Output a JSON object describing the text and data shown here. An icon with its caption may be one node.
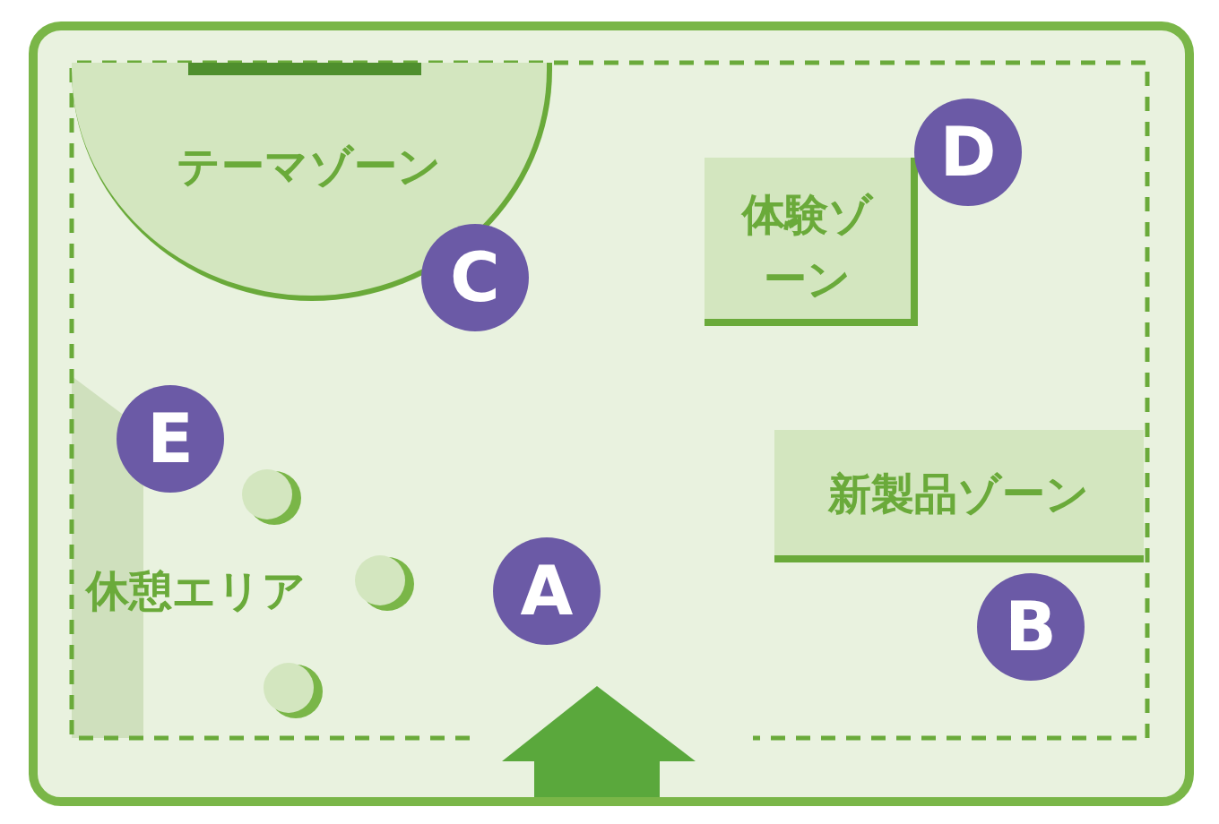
{
  "diagram": {
    "nodes": [
      {
        "text": [
          "テーマゾーン"
        ]
      },
      {
        "text": [
          "体験ゾーン"
        ]
      },
      {
        "text": [
          "新製品ゾーン"
        ]
      }
    ],
    "labels": [
      "D",
      "C",
      "E",
      "休憩エリア",
      "A",
      "B"
    ]
  }
}
